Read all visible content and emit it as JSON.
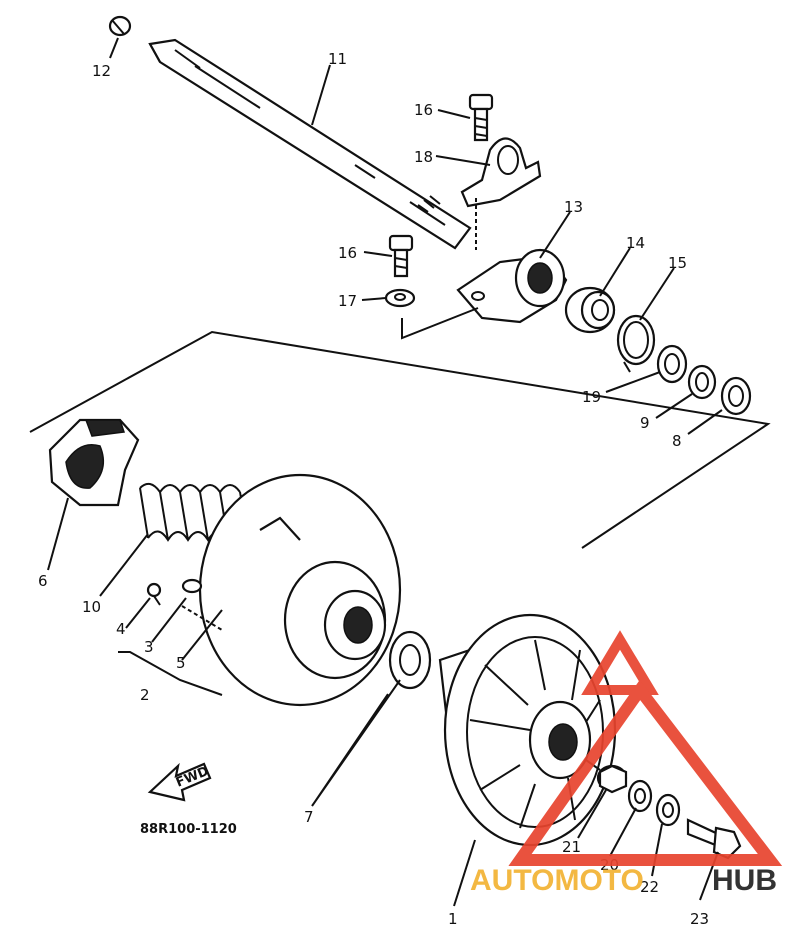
{
  "diagram": {
    "labels": {
      "p1": "1",
      "p2": "2",
      "p3": "3",
      "p4": "4",
      "p5": "5",
      "p6": "6",
      "p7": "7",
      "p8": "8",
      "p9": "9",
      "p10": "10",
      "p11": "11",
      "p12": "12",
      "p13": "13",
      "p14": "14",
      "p15": "15",
      "p16a": "16",
      "p16b": "16",
      "p17": "17",
      "p18": "18",
      "p19": "19",
      "p20": "20",
      "p21": "21",
      "p22": "22",
      "p23": "23"
    },
    "front_arrow": "FWD",
    "figure_code": "88R100-1120"
  },
  "watermark": {
    "part1": "AUTOMOTO",
    "part2": "HUB",
    "color_accent": "#e8442e",
    "color_gold": "#f2b233",
    "color_dark": "#222222"
  }
}
